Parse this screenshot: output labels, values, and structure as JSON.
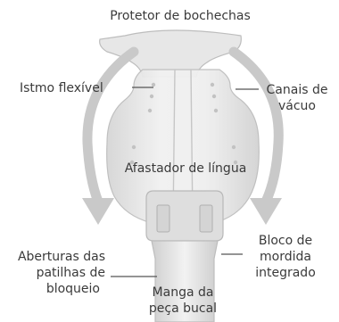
{
  "labels": {
    "cheek_protector": "Protetor de bochechas",
    "flexible_isthmus": "Istmo flexível",
    "vacuum_channels_line1": "Canais de",
    "vacuum_channels_line2": "vácuo",
    "tongue_retractor": "Afastador de língua",
    "locking_tab_openings_line1": "Aberturas das",
    "locking_tab_openings_line2": "patilhas de",
    "locking_tab_openings_line3": "bloqueio",
    "bite_block_line1": "Bloco de",
    "bite_block_line2": "mordida",
    "bite_block_line3": "integrado",
    "mouthpiece_sleeve_line1": "Manga da",
    "mouthpiece_sleeve_line2": "peça bucal"
  },
  "colors": {
    "text": "#3a3a3a",
    "arrow": "#c9c9c9",
    "leader_line": "#555555",
    "device_fill": "#e4e4e4",
    "device_stroke": "#bdbdbd"
  }
}
